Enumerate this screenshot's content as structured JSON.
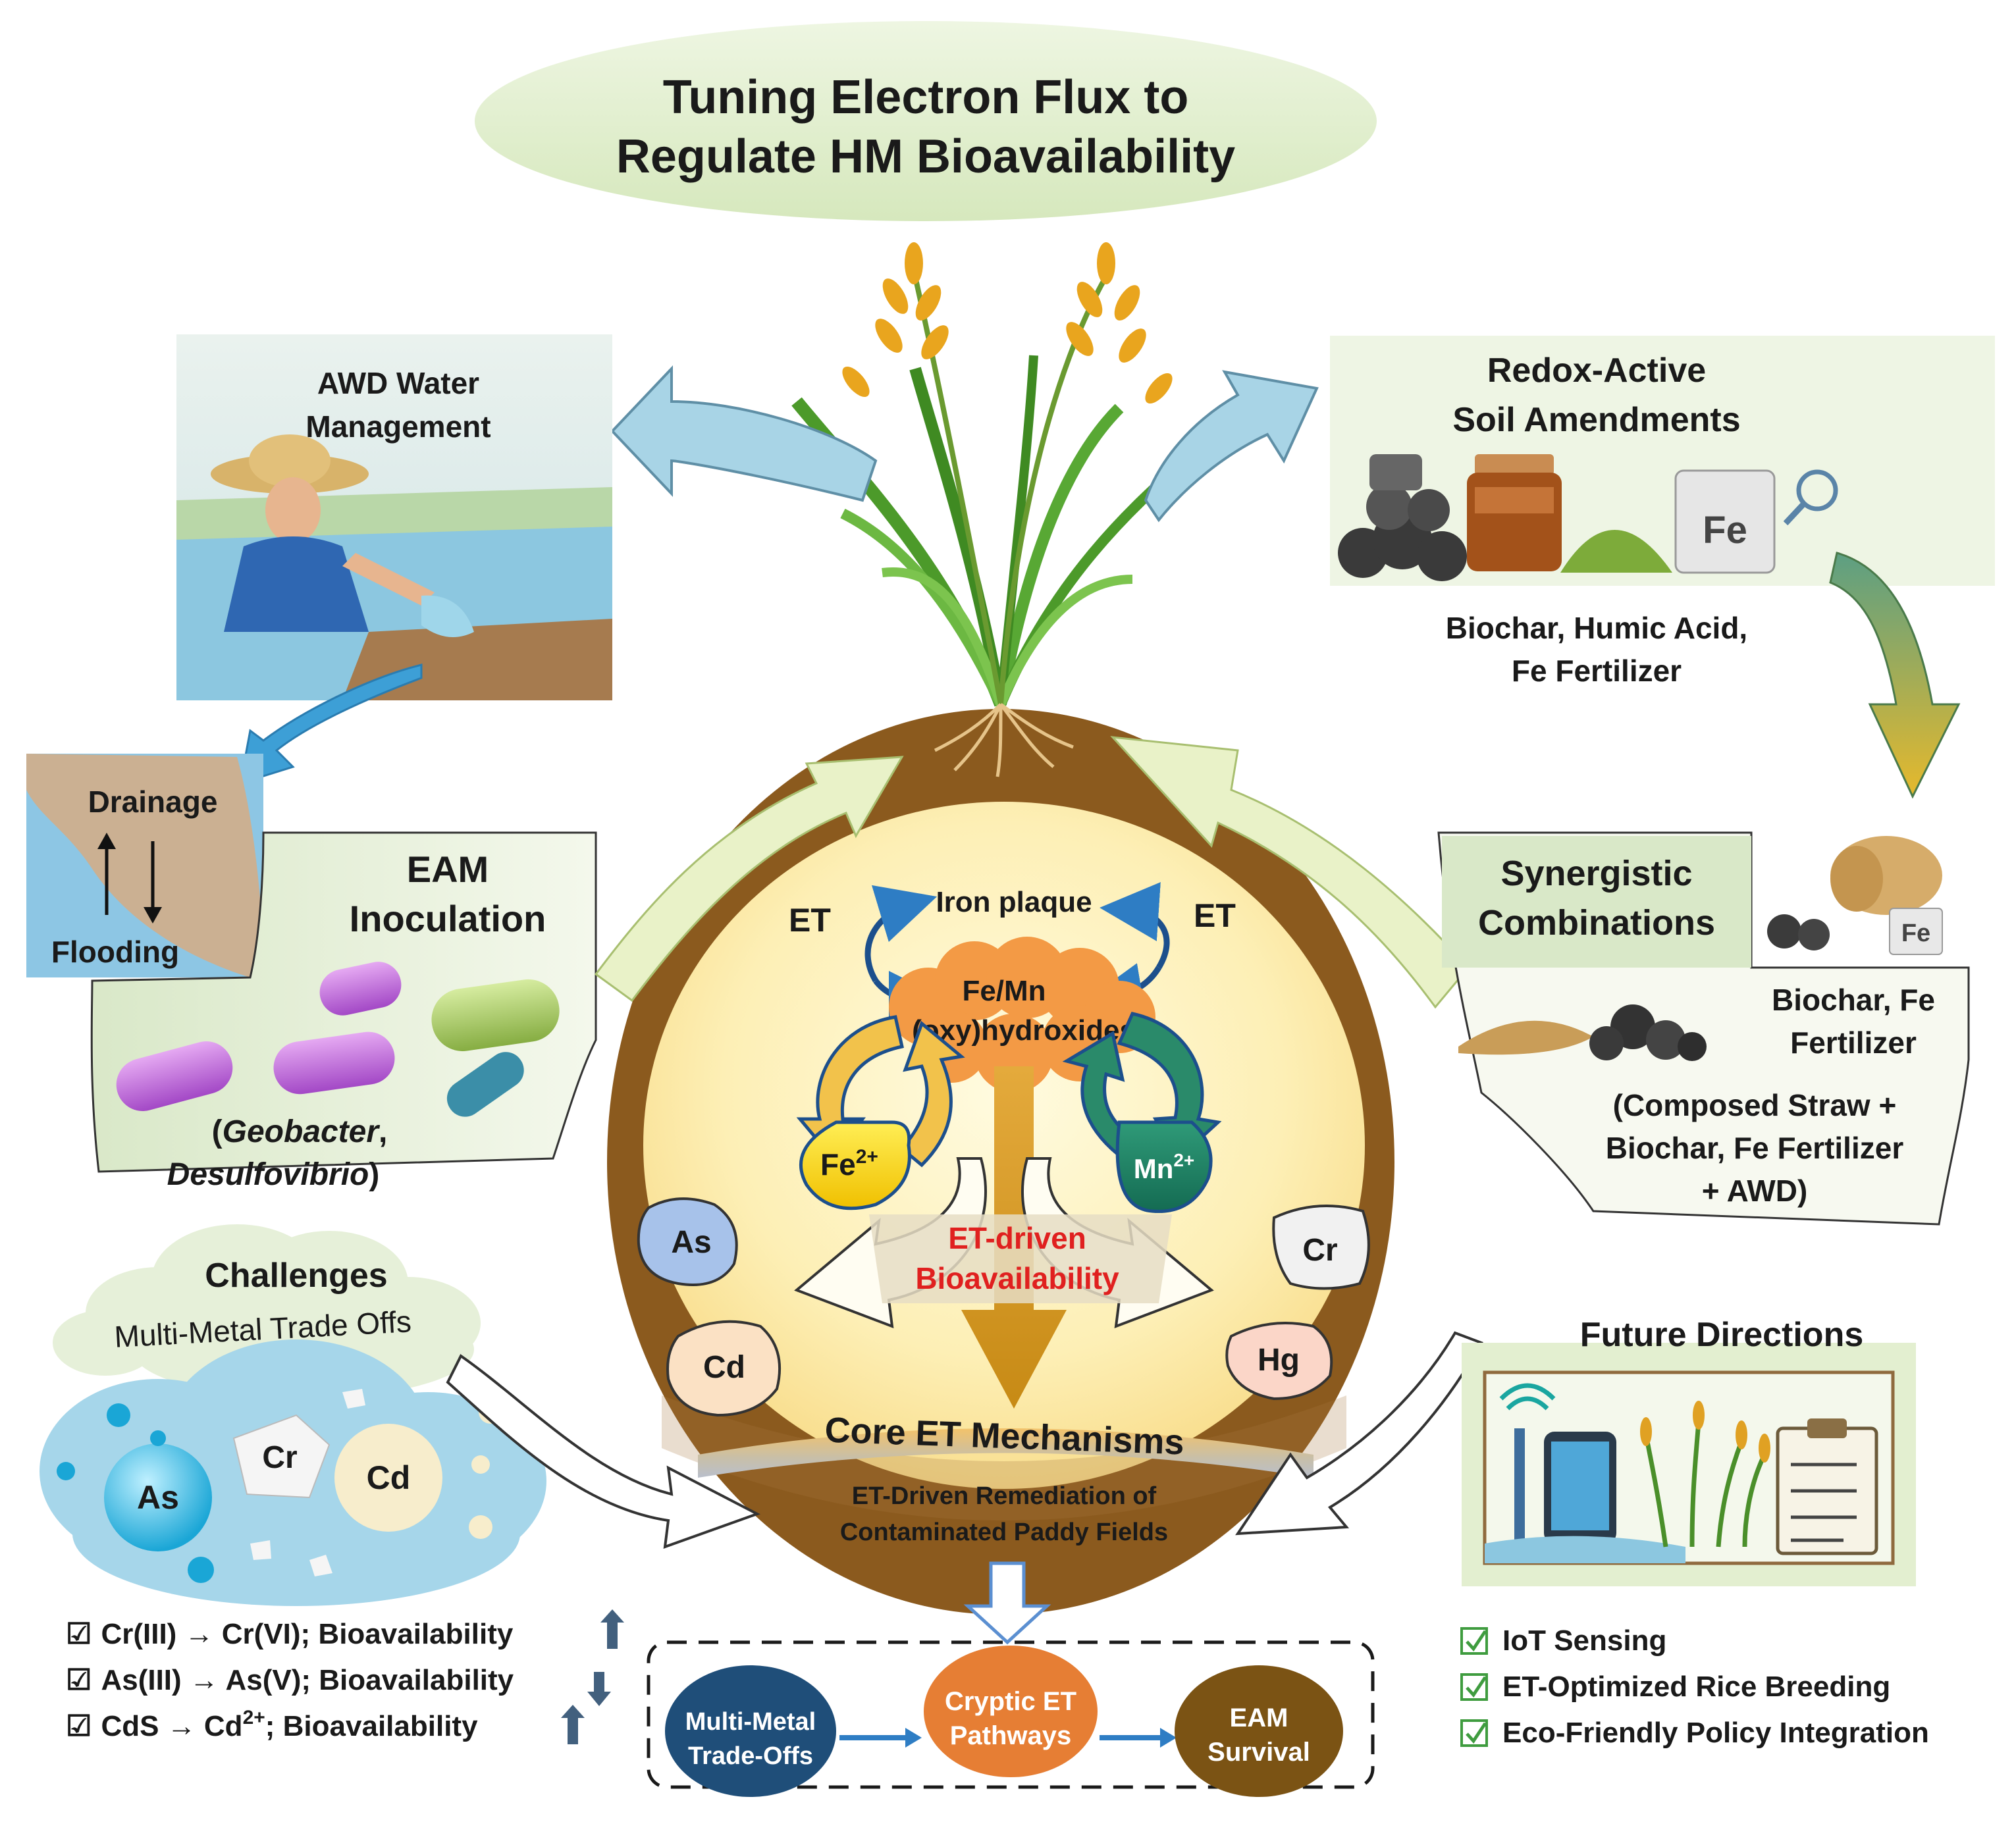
{
  "title": {
    "line1": "Tuning Electron Flux to",
    "line2": "Regulate HM Bioavailability"
  },
  "awd": {
    "line1": "AWD Water",
    "line2": "Management"
  },
  "redox": {
    "line1": "Redox-Active",
    "line2": "Soil Amendments",
    "items1": "Biochar, Humic Acid,",
    "items2": "Fe Fertilizer",
    "fe_bag": "Fe"
  },
  "drainage": {
    "top": "Drainage",
    "bottom": "Flooding"
  },
  "eam": {
    "line1": "EAM",
    "line2": "Inoculation",
    "genus1": "Geobacter",
    "genus2": "Desulfovibrio",
    "open_paren": "(",
    "comma": ",",
    "close_paren": ")"
  },
  "synergy": {
    "line1": "Synergistic",
    "line2": "Combinations",
    "note1": "Biochar, Fe",
    "note2": "Fertilizer",
    "combo1": "(Composed Straw +",
    "combo2": "Biochar, Fe Fertilizer",
    "combo3": "+ AWD)",
    "fe_bag": "Fe"
  },
  "core": {
    "et_left": "ET",
    "et_right": "ET",
    "iron_plaque": "Iron plaque",
    "oxy1": "Fe/Mn",
    "oxy2": "(oxy)hydroxides",
    "fe_ion": "Fe",
    "fe_charge": "2+",
    "mn_ion": "Mn",
    "mn_charge": "2+",
    "et_driven1": "ET-driven",
    "et_driven2": "Bioavailability",
    "metals": [
      "As",
      "Cd",
      "Cr",
      "Hg"
    ],
    "mechanisms": "Core ET Mechanisms",
    "remediation1": "ET-Driven Remediation of",
    "remediation2": "Contaminated Paddy Fields"
  },
  "challenges": {
    "title": "Challenges",
    "subtitle": "Multi-Metal Trade Offs",
    "cloud_metals": [
      "As",
      "Cr",
      "Cd"
    ],
    "checks": [
      {
        "text": "Cr(III) → Cr(VI); Bioavailability",
        "trend": "up"
      },
      {
        "text": "As(III) → As(V); Bioavailability",
        "trend": "down"
      },
      {
        "text": "CdS → Cd",
        "sup": "2+",
        "tail": "; Bioavailability",
        "trend": "up"
      }
    ],
    "check_mark": "☑"
  },
  "future": {
    "title": "Future Directions",
    "items": [
      "IoT Sensing",
      "ET-Optimized Rice Breeding",
      "Eco-Friendly Policy Integration"
    ]
  },
  "bottom": [
    "Multi-Metal Trade-Offs",
    "Cryptic ET Pathways",
    "EAM Survival"
  ],
  "colors": {
    "soil_brown": "#8b5a1e",
    "core_yellow": "#fdf3c4",
    "oxy_orange": "#f39a45",
    "title_green": "#e3efd0",
    "arrow_blue": "#8cc6dc",
    "red": "#e0201f",
    "navy": "#1f4e79",
    "orange_node": "#e67e34",
    "brown_node": "#7b5314"
  }
}
